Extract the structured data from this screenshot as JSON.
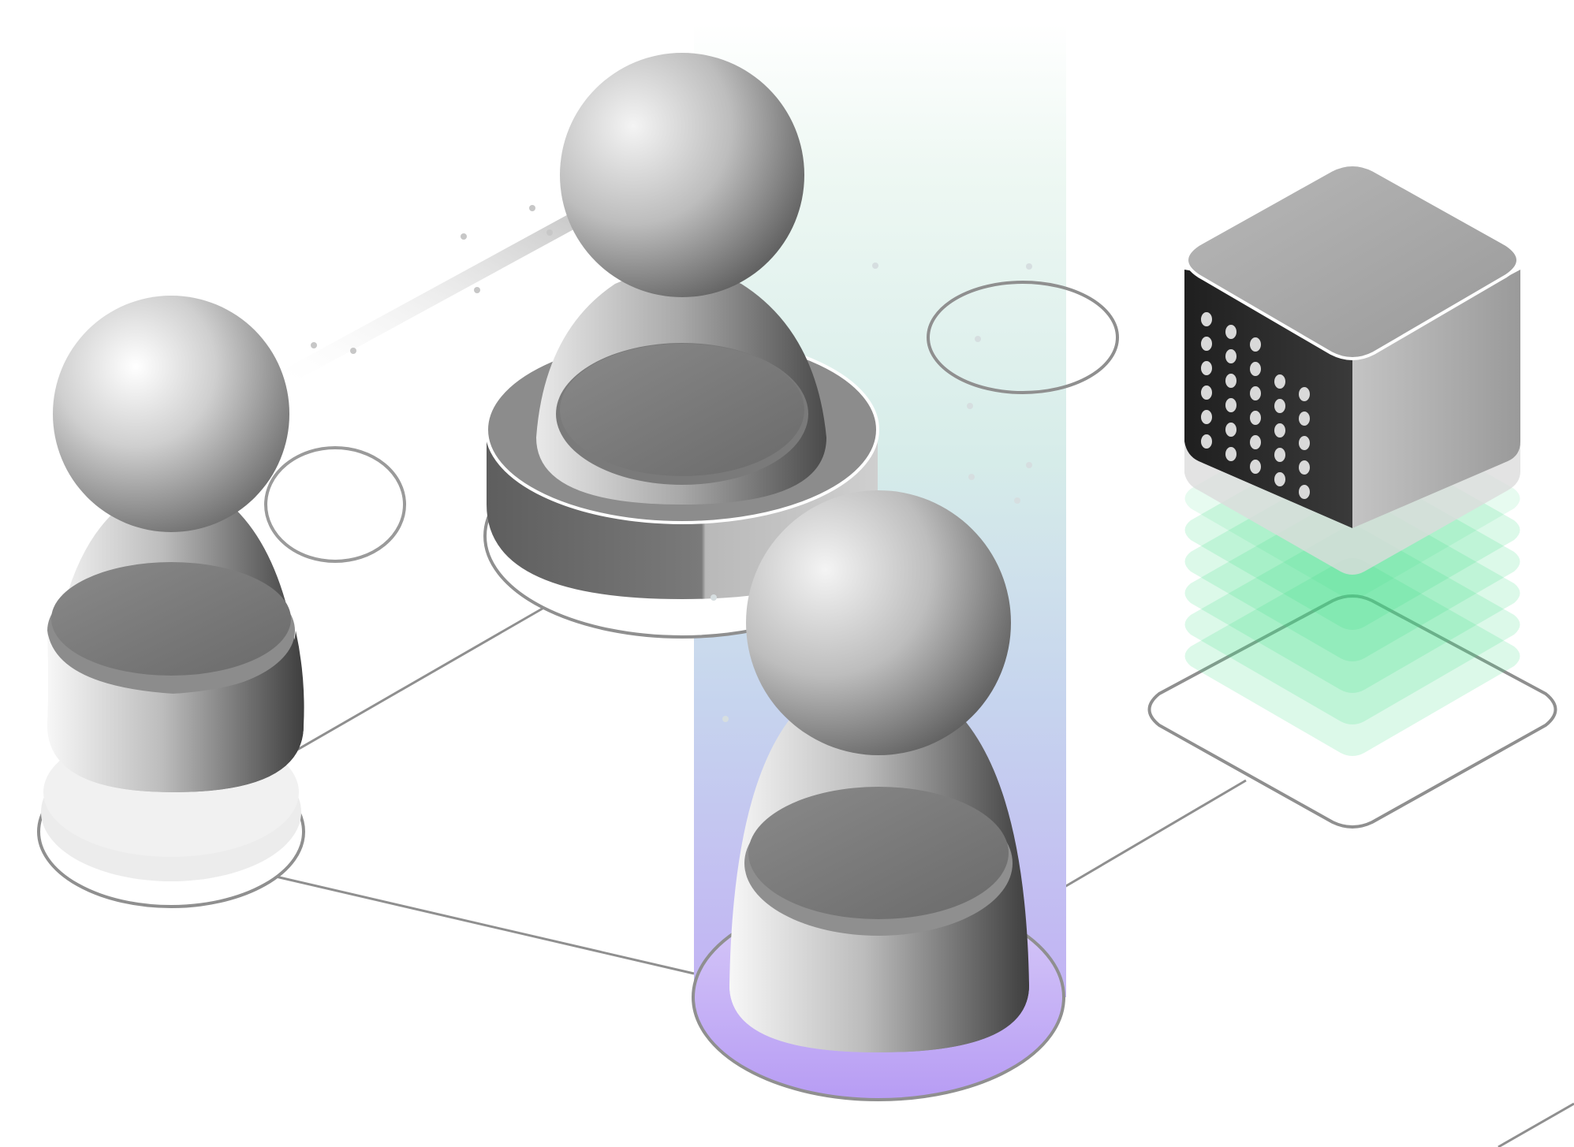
{
  "illustration": {
    "description_free": true,
    "nodes": [
      {
        "kind": "person",
        "role": "left-person"
      },
      {
        "kind": "person",
        "role": "top-person-on-pedestal"
      },
      {
        "kind": "person",
        "role": "highlighted-person"
      },
      {
        "kind": "server-block",
        "role": "server"
      }
    ],
    "colors": {
      "background": "#ffffff",
      "line": "#8f8f8f",
      "highlight_top": "#e6f6ef",
      "highlight_bottom": "#c4b3f5",
      "highlight_base": "#b79cf4",
      "server_glow": "#3ddc86",
      "server_front": "#2b2b2b",
      "server_dot": "#d9d9d9",
      "grey_light": "#f4f4f4",
      "grey_mid": "#a8a8a8",
      "grey_dark": "#5a5a5a"
    },
    "server_led_grid": {
      "rows": 6,
      "cols": 5
    }
  }
}
